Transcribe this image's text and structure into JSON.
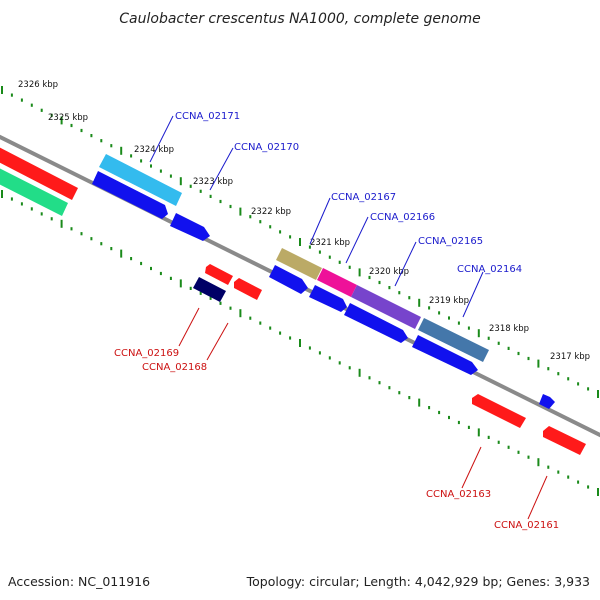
{
  "title": "Caulobacter crescentus NA1000, complete genome",
  "footer": {
    "accession": "Accession: NC_011916",
    "topology": "Topology: circular; Length: 4,042,929 bp; Genes: 3,933"
  },
  "colors": {
    "backbone": "#8a8a8a",
    "tick_dots": "#1a8a1a",
    "forward_label": "#1a1acc",
    "reverse_label": "#cc1111"
  },
  "kbp_labels": [
    "2326 kbp",
    "2325 kbp",
    "2324 kbp",
    "2323 kbp",
    "2322 kbp",
    "2321 kbp",
    "2320 kbp",
    "2319 kbp",
    "2318 kbp",
    "2317 kbp"
  ],
  "gene_labels": [
    {
      "text": "CCNA_02171",
      "strand": "forward"
    },
    {
      "text": "CCNA_02170",
      "strand": "forward"
    },
    {
      "text": "CCNA_02167",
      "strand": "forward"
    },
    {
      "text": "CCNA_02166",
      "strand": "forward"
    },
    {
      "text": "CCNA_02165",
      "strand": "forward"
    },
    {
      "text": "CCNA_02164",
      "strand": "forward"
    },
    {
      "text": "CCNA_02169",
      "strand": "reverse"
    },
    {
      "text": "CCNA_02168",
      "strand": "reverse"
    },
    {
      "text": "CCNA_02163",
      "strand": "reverse"
    },
    {
      "text": "CCNA_02161",
      "strand": "reverse"
    }
  ],
  "features": [
    {
      "track": "reverse-outer",
      "color": "#ff1a1a"
    },
    {
      "track": "reverse-outer",
      "color": "#22dd88"
    },
    {
      "track": "cog",
      "color": "#33bbee"
    },
    {
      "track": "forward",
      "color": "#1111ee"
    },
    {
      "track": "forward",
      "color": "#1111ee"
    },
    {
      "track": "cog",
      "color": "#bbaa66"
    },
    {
      "track": "cog",
      "color": "#ee1199"
    },
    {
      "track": "cog",
      "color": "#7744cc"
    },
    {
      "track": "cog",
      "color": "#4477aa"
    },
    {
      "track": "forward",
      "color": "#1111ee"
    },
    {
      "track": "forward",
      "color": "#1111ee"
    },
    {
      "track": "forward",
      "color": "#1111ee"
    },
    {
      "track": "forward",
      "color": "#1111ee"
    },
    {
      "track": "forward",
      "color": "#1111ee"
    },
    {
      "track": "reverse",
      "color": "#ff1a1a"
    },
    {
      "track": "reverse",
      "color": "#000066"
    },
    {
      "track": "reverse",
      "color": "#ff1a1a"
    },
    {
      "track": "reverse",
      "color": "#ff1a1a"
    },
    {
      "track": "reverse",
      "color": "#ff1a1a"
    }
  ]
}
